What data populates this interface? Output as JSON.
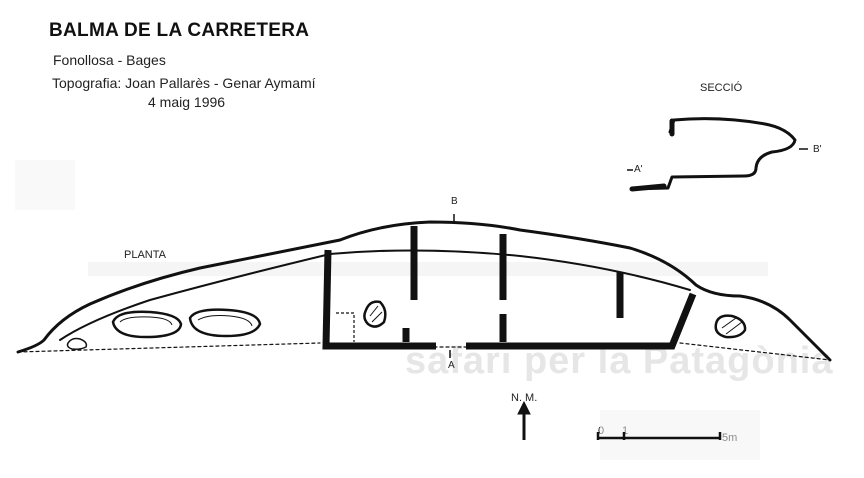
{
  "header": {
    "title": "BALMA DE LA CARRETERA",
    "location": "Fonollosa - Bages",
    "topography": "Topografia: Joan Pallarès - Genar Aymamí",
    "date": "4 maig 1996"
  },
  "section": {
    "label": "SECCIÓ",
    "point_a": "A'",
    "point_b": "B'"
  },
  "plan": {
    "label": "PLANTA",
    "point_a": "A",
    "point_b": "B"
  },
  "north": {
    "label": "N. M."
  },
  "scale": {
    "zero": "0",
    "one": "1",
    "five": "5m"
  },
  "background_ghost": {
    "text": "safari per la Patagònia"
  }
}
